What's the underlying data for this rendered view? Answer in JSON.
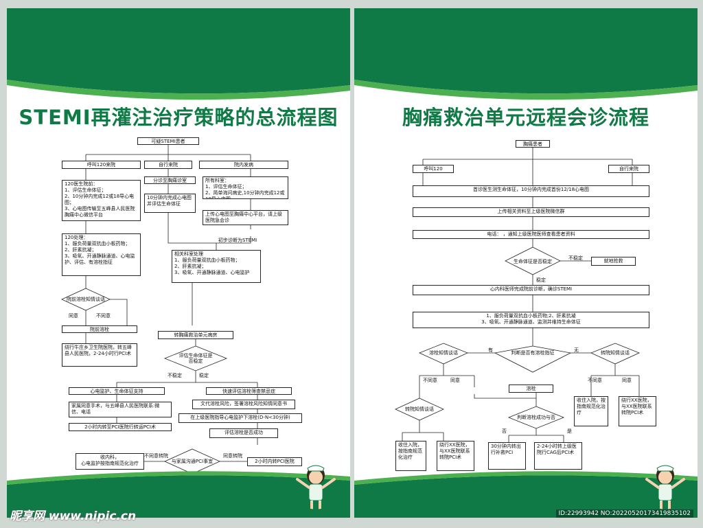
{
  "left": {
    "title": "STEMI再灌注治疗策略的总流程图",
    "nodes": {
      "start": "可疑STEMI患者",
      "call120": "呼叫120来院",
      "self": "自行来院",
      "inhosp": "院内发病",
      "doc120": "120医生院前：\n1、评估生命体征；\n2、10分钟内完成12或18导心电图；\n3、心电图传输至五峰县人民医院胸痛中心微信平台",
      "triage": "分诊至胸痛诊室",
      "ecg10": "10分钟内完成心电图并评估生命体征",
      "dept": "所有科室：\n1、评估生命体征；\n2、简单询问病史,10分钟内完成12或18导心电图。",
      "upload": "上传心电图至胸痛中心平台，请上级医院急会诊",
      "treat120": "120处理：\n1、服负荷量双抗血小板药物；\n2、肝素抗凝；\n3、吸氧、开通静脉通道、心电监护、评估、有溶栓指征",
      "dx": "初步诊断为STEMI",
      "depttreat": "相关科室处理\n1、服负荷量双抗血小板药物；\n2、肝素抗凝；\n3、吸氧、开通静脉通道、心电监护",
      "consent": "院前溶栓知情谈话",
      "agree": "同意",
      "disagree": "不同意",
      "preTL": "院前溶栓",
      "toCPU": "转胸痛救治单元病房",
      "transfer": "绕行牛庄乡卫生院医院，转五峰县人民医院，2-24小时行PCI术",
      "evalVital": "评估生命体征是否稳定",
      "unstable": "不稳定",
      "stable": "稳定",
      "support": "心电监护、生命体征支持",
      "family": "家属同意手术，与五峰县人民医院联系:微信、电话",
      "pci2h": "2小时内转至PCI医院行转运PCI术",
      "quickEval": "快速评估溶栓筛查禁忌症",
      "tlRisk": "文代溶栓风险，签署溶栓风险知情同意书",
      "tlGuide": "在上级医院指导心电监护下溶栓(D-N<30分钟)",
      "tlSuccess": "评估溶栓是否成功",
      "familyPCI": "与家属沟通PCI事宜",
      "noTransfer": "不同意转院",
      "agreeTransfer": "同意转院",
      "admit": "收内科，\n心电监护按指南规范化治疗",
      "pci2hb": "2小时内转PCI医院"
    }
  },
  "right": {
    "title": "胸痛救治单元远程会诊流程",
    "nodes": {
      "start": "胸痛患者",
      "call120": "呼叫120",
      "self": "自行来院",
      "firstDoc": "首诊医生测生命体征，10分钟内完成首份12/18心电图",
      "upload": "上传相关资料至上级医院微信群",
      "phone": "电话：           ，通知上级医院医师查看患者资料",
      "vitalQ": "生命体征是否稳定",
      "unstable": "不稳定",
      "local": "就地抢救",
      "stable": "稳定",
      "stemi": "心内科医师完成院前诊断，确诊STEMI",
      "meds": "1、服负荷量双抗血小板药物;2、肝素抗凝\n3、吸氧、开通静脉通道、监测并维持生命体征",
      "hasInd": "判断是否有溶栓指征",
      "yes": "有",
      "no": "无",
      "tlConsent": "溶栓知情谈话",
      "trConsent": "转院知情谈话",
      "disagree": "不同意",
      "agree": "同意",
      "thrombolysis": "溶栓",
      "trConsent2": "转院知情谈话",
      "admitR": "收住入院，按指南规范化治疗",
      "bypassR": "绕行XX医院，与XX医院联系转院PCI术",
      "tlSuccessQ": "判断溶栓成功与否",
      "fail": "否",
      "success": "是",
      "rescue": "30分钟内转出行补救PCI",
      "cag": "2-24小时转上级医院行CAG后PCI术",
      "admitL": "收住入院，按指南规范化治疗",
      "bypassL": "绕行XX医院，与XX医院联系转院PCI术"
    }
  },
  "watermark": {
    "site": "昵享网 www.nipic.cn",
    "id": "ID:22993942 NO:20220520173419835102"
  },
  "colors": {
    "green": "#0f7a45",
    "light_green": "#3aa35a"
  }
}
